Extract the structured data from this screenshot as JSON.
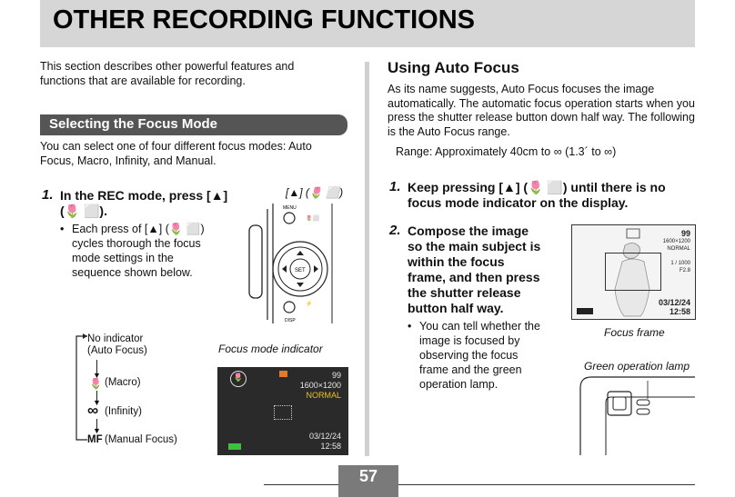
{
  "header": {
    "title": "OTHER RECORDING FUNCTIONS"
  },
  "intro": "This section describes other powerful features and functions that are available for recording.",
  "section": {
    "title": "Selecting the Focus Mode"
  },
  "focus_intro": "You can select one of four different focus modes: Auto Focus, Macro, Infinity, and Manual.",
  "left_step1": {
    "number": "1.",
    "text_line1": "In the REC mode, press [▲]",
    "text_line2": "(🌷 ⬜).",
    "bullet": "Each press of [▲] (🌷 ⬜) cycles thorough the focus mode settings in the sequence shown below."
  },
  "button_label": "[▲] (🌷 ⬜)",
  "camera_labels": {
    "menu": "MENU",
    "set": "SET",
    "disp": "DISP"
  },
  "mode_sequence": [
    {
      "symbol": "",
      "label": "No indicator"
    },
    {
      "symbol": "",
      "label": "(Auto Focus)"
    },
    {
      "symbol": "🌷",
      "label": "(Macro)"
    },
    {
      "symbol": "∞",
      "label": "(Infinity)"
    },
    {
      "symbol": "MF",
      "label": "(Manual Focus)"
    }
  ],
  "focus_mode_indicator_label": "Focus mode indicator",
  "lcd_left": {
    "shots": "99",
    "size": "1600×1200",
    "quality": "NORMAL",
    "date": "03/12/24",
    "time": "12:58"
  },
  "right": {
    "title": "Using Auto Focus",
    "desc": "As its name suggests, Auto Focus focuses the image automatically. The automatic focus operation starts when you press the shutter release button down half way. The following is the Auto Focus range.",
    "range": "Range: Approximately 40cm to ∞ (1.3´ to ∞)",
    "step1_number": "1.",
    "step1_line1": "Keep pressing [▲] (🌷 ⬜) until there is no",
    "step1_line2": "focus mode indicator on the display.",
    "step2_number": "2.",
    "step2_lines": [
      "Compose the image",
      "so the main subject is",
      "within the focus",
      "frame, and then press",
      "the shutter release",
      "button half way."
    ],
    "bullet_lines": [
      "You can tell whether the",
      "image is focused by",
      "observing the focus",
      "frame and the green",
      "operation lamp."
    ],
    "focus_frame_label": "Focus frame",
    "green_lamp_label": "Green operation lamp"
  },
  "lcd_right": {
    "shots": "99",
    "size": "1600×1200",
    "quality": "NORMAL",
    "shutter": "1 / 1000",
    "aperture": "F2.8",
    "date": "03/12/24",
    "time": "12:58"
  },
  "page_number": "57"
}
